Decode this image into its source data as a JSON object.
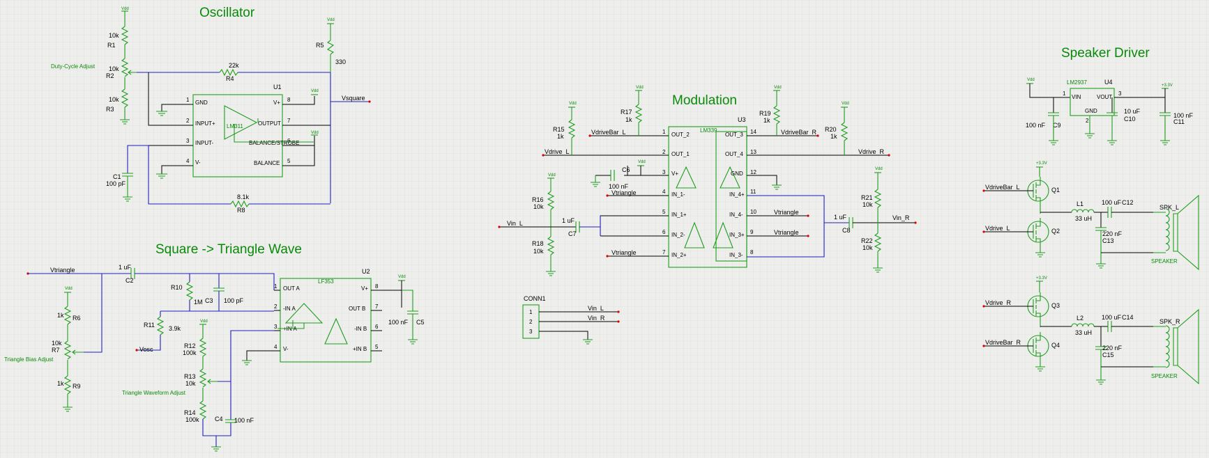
{
  "sections": {
    "oscillator": "Oscillator",
    "triangle": "Square -> Triangle Wave",
    "modulation": "Modulation",
    "speaker": "Speaker Driver"
  },
  "annotations": {
    "duty": "Duty-Cycle Adjust",
    "bias": "Triangle Bias Adjust",
    "waveform": "Triangle Waveform Adjust"
  },
  "power": {
    "vdd": "Vdd",
    "v33": "+3.3V"
  },
  "colors": {
    "grid": "#d9d9d6",
    "wire": "#2020c0",
    "component": "#1e9e1e",
    "title": "#0a8a0a",
    "terminal": "#dd0000"
  },
  "parts": {
    "R1": {
      "ref": "R1",
      "val": "10k"
    },
    "R2": {
      "ref": "R2",
      "val": "10k"
    },
    "R3": {
      "ref": "R3",
      "val": "10k"
    },
    "R4": {
      "ref": "R4",
      "val": "22k"
    },
    "R5": {
      "ref": "R5",
      "val": "330"
    },
    "R6": {
      "ref": "R6",
      "val": "1k"
    },
    "R7": {
      "ref": "R7",
      "val": "10k"
    },
    "R8": {
      "ref": "R8",
      "val": "8.1k"
    },
    "R9": {
      "ref": "R9",
      "val": "1k"
    },
    "R10": {
      "ref": "R10",
      "val": "1M"
    },
    "R11": {
      "ref": "R11",
      "val": "3.9k"
    },
    "R12": {
      "ref": "R12",
      "val": "100k"
    },
    "R13": {
      "ref": "R13",
      "val": "10k"
    },
    "R14": {
      "ref": "R14",
      "val": "100k"
    },
    "R15": {
      "ref": "R15",
      "val": "1k"
    },
    "R16": {
      "ref": "R16",
      "val": "10k"
    },
    "R17": {
      "ref": "R17",
      "val": "1k"
    },
    "R18": {
      "ref": "R18",
      "val": "10k"
    },
    "R19": {
      "ref": "R19",
      "val": "1k"
    },
    "R20": {
      "ref": "R20",
      "val": "1k"
    },
    "R21": {
      "ref": "R21",
      "val": "10k"
    },
    "R22": {
      "ref": "R22",
      "val": "10k"
    },
    "C1": {
      "ref": "C1",
      "val": "100 pF"
    },
    "C2": {
      "ref": "C2",
      "val": "1 uF"
    },
    "C3": {
      "ref": "C3",
      "val": "100 pF"
    },
    "C4": {
      "ref": "C4",
      "val": "100 nF"
    },
    "C5": {
      "ref": "C5",
      "val": "100 nF"
    },
    "C6": {
      "ref": "C6",
      "val": "100 nF"
    },
    "C7": {
      "ref": "C7",
      "val": "1 uF"
    },
    "C8": {
      "ref": "C8",
      "val": "1 uF"
    },
    "C9": {
      "ref": "C9",
      "val": "100 nF"
    },
    "C10": {
      "ref": "C10",
      "val": "10 uF"
    },
    "C11": {
      "ref": "C11",
      "val": "100 nF"
    },
    "C12": {
      "ref": "C12",
      "val": "100 uF"
    },
    "C13": {
      "ref": "C13",
      "val": "220 nF"
    },
    "C14": {
      "ref": "C14",
      "val": "100 uF"
    },
    "C15": {
      "ref": "C15",
      "val": "220 nF"
    },
    "L1": {
      "ref": "L1",
      "val": "33 uH"
    },
    "L2": {
      "ref": "L2",
      "val": "33 uH"
    },
    "U1": {
      "ref": "U1",
      "val": "LM311"
    },
    "U2": {
      "ref": "U2",
      "val": "LF353"
    },
    "U3": {
      "ref": "U3",
      "val": "LM339"
    },
    "U4": {
      "ref": "U4",
      "val": "LM2937"
    },
    "Q1": {
      "ref": "Q1"
    },
    "Q2": {
      "ref": "Q2"
    },
    "Q3": {
      "ref": "Q3"
    },
    "Q4": {
      "ref": "Q4"
    },
    "CONN1": {
      "ref": "CONN1"
    },
    "SPK_L": {
      "ref": "SPK_L",
      "val": "SPEAKER"
    },
    "SPK_R": {
      "ref": "SPK_R",
      "val": "SPEAKER"
    }
  },
  "u1_pins": {
    "gnd": "GND",
    "inp": "INPUT+",
    "inm": "INPUT-",
    "vm": "V-",
    "vp": "V+",
    "out": "OUTPUT",
    "bs": "BALANCE/STROBE",
    "bal": "BALANCE"
  },
  "u2_pins": {
    "outa": "OUT A",
    "ina_m": "-IN A",
    "ina_p": "+IN A",
    "vm": "V-",
    "vp": "V+",
    "outb": "OUT B",
    "inb_m": "-IN B",
    "inb_p": "+IN B"
  },
  "u3_pins": {
    "out2": "OUT_2",
    "out1": "OUT_1",
    "vp": "V+",
    "in1m": "IN_1-",
    "in1p": "IN_1+",
    "in2m": "IN_2-",
    "in2p": "IN_2+",
    "out3": "OUT_3",
    "out4": "OUT_4",
    "gnd": "GND",
    "in4p": "IN_4+",
    "in4m": "IN_4-",
    "in3p": "IN_3+",
    "in3m": "IN_3-"
  },
  "u4_pins": {
    "vin": "VIN",
    "vout": "VOUT",
    "gnd": "GND"
  },
  "nets": {
    "vsquare": "Vsquare",
    "vtriangle": "Vtriangle",
    "vosc": "Vosc",
    "vdrivebar_l": "VdriveBar_L",
    "vdrivebar_r": "VdriveBar_R",
    "vdrive_l": "Vdrive_L",
    "vdrive_r": "Vdrive_R",
    "vin_l": "Vin_L",
    "vin_r": "Vin_R"
  },
  "pin_numbers": [
    "1",
    "2",
    "3",
    "4",
    "5",
    "6",
    "7",
    "8",
    "9",
    "10",
    "11",
    "12",
    "13",
    "14"
  ]
}
